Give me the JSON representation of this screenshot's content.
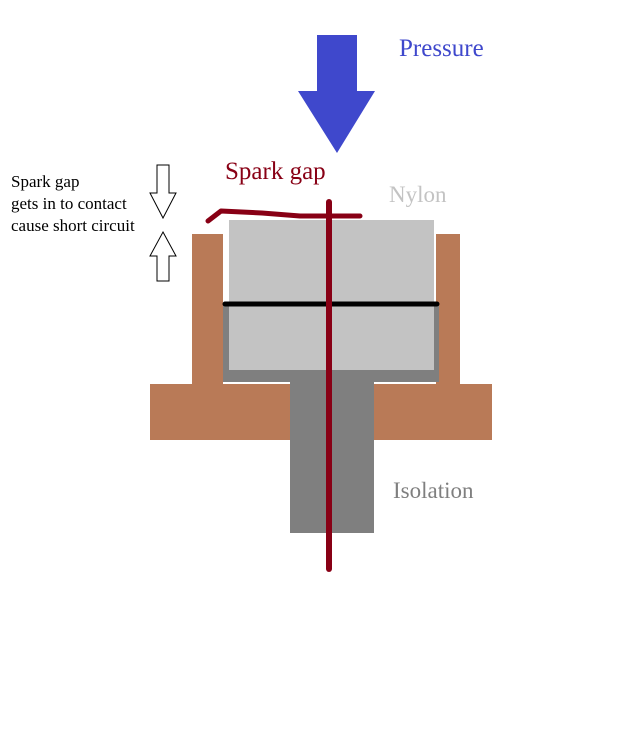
{
  "labels": {
    "pressure": "Pressure",
    "spark_gap": "Spark gap",
    "nylon": "Nylon",
    "isolation": "Isolation",
    "note_line1": "Spark gap",
    "note_line2": "gets in to contact",
    "note_line3": "cause short circuit"
  },
  "icons": {
    "pressure_arrow": "arrow-down-icon",
    "gap_arrow_top": "hollow-arrow-down-icon",
    "gap_arrow_bottom": "hollow-arrow-up-icon"
  },
  "colors": {
    "pressure_arrow": "#3f48cc",
    "pressure_text": "#3f48cc",
    "spark_gap": "#880015",
    "nylon_text": "#c3c3c3",
    "nylon_block": "#c3c3c3",
    "isolation_text": "#7f7f7f",
    "isolation_block": "#7f7f7f",
    "housing": "#b97a57",
    "separator_line": "#000000",
    "note_text": "#000000"
  }
}
